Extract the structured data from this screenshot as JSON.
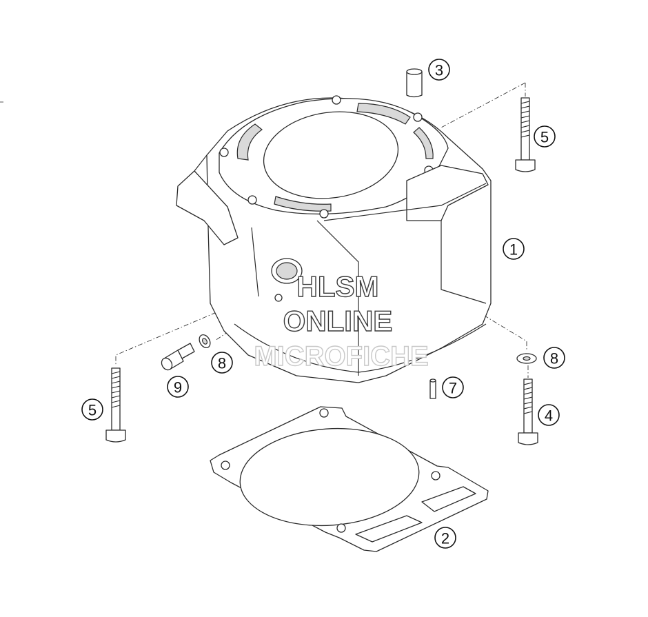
{
  "diagram": {
    "callouts": [
      {
        "id": "c1",
        "label": "1",
        "part": "cylinder"
      },
      {
        "id": "c2",
        "label": "2",
        "part": "base-gasket"
      },
      {
        "id": "c3",
        "label": "3",
        "part": "dowel-sleeve"
      },
      {
        "id": "c4",
        "label": "4",
        "part": "stud-bolt-right-lower"
      },
      {
        "id": "c5a",
        "label": "5",
        "part": "stud-bolt-top-right"
      },
      {
        "id": "c5b",
        "label": "5",
        "part": "stud-bolt-left"
      },
      {
        "id": "c7",
        "label": "7",
        "part": "dowel-pin"
      },
      {
        "id": "c8a",
        "label": "8",
        "part": "sealing-washer-left"
      },
      {
        "id": "c8b",
        "label": "8",
        "part": "sealing-washer-right"
      },
      {
        "id": "c9",
        "label": "9",
        "part": "plug-screw"
      }
    ]
  },
  "watermark": {
    "line1": "HLSM",
    "line2": "ONLINE",
    "line3": "MICROFICHE"
  }
}
